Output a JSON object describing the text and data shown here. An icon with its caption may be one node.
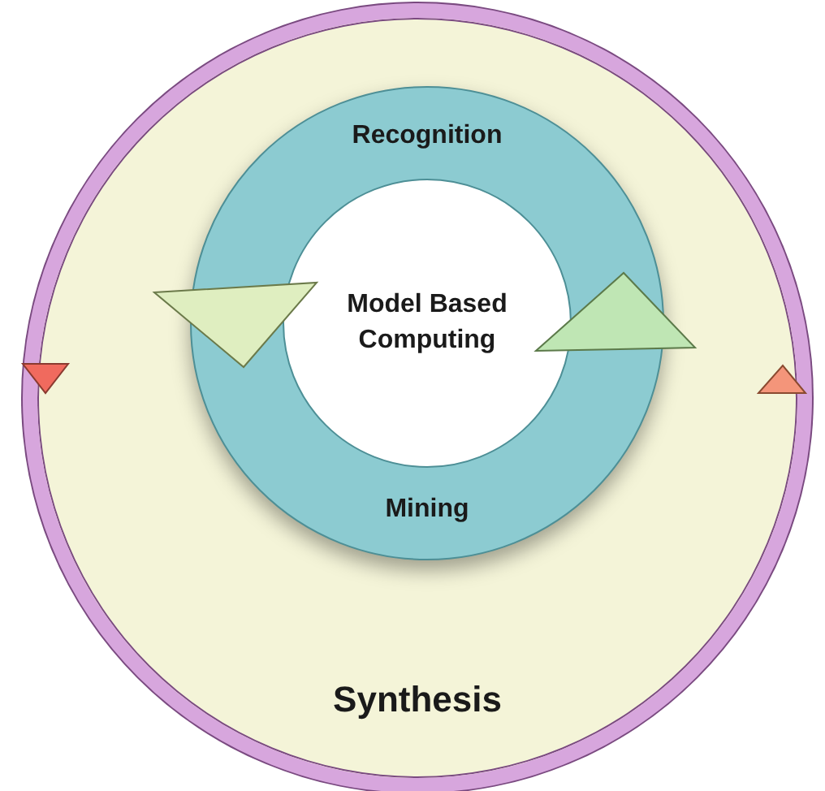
{
  "diagram": {
    "nodes": [
      {
        "text": [
          "Synthesis"
        ]
      },
      {
        "text": [
          "Recognition",
          "Mining"
        ],
        "in": 0
      },
      {
        "text": [
          "Model Based Computing"
        ],
        "in": 1
      }
    ]
  }
}
